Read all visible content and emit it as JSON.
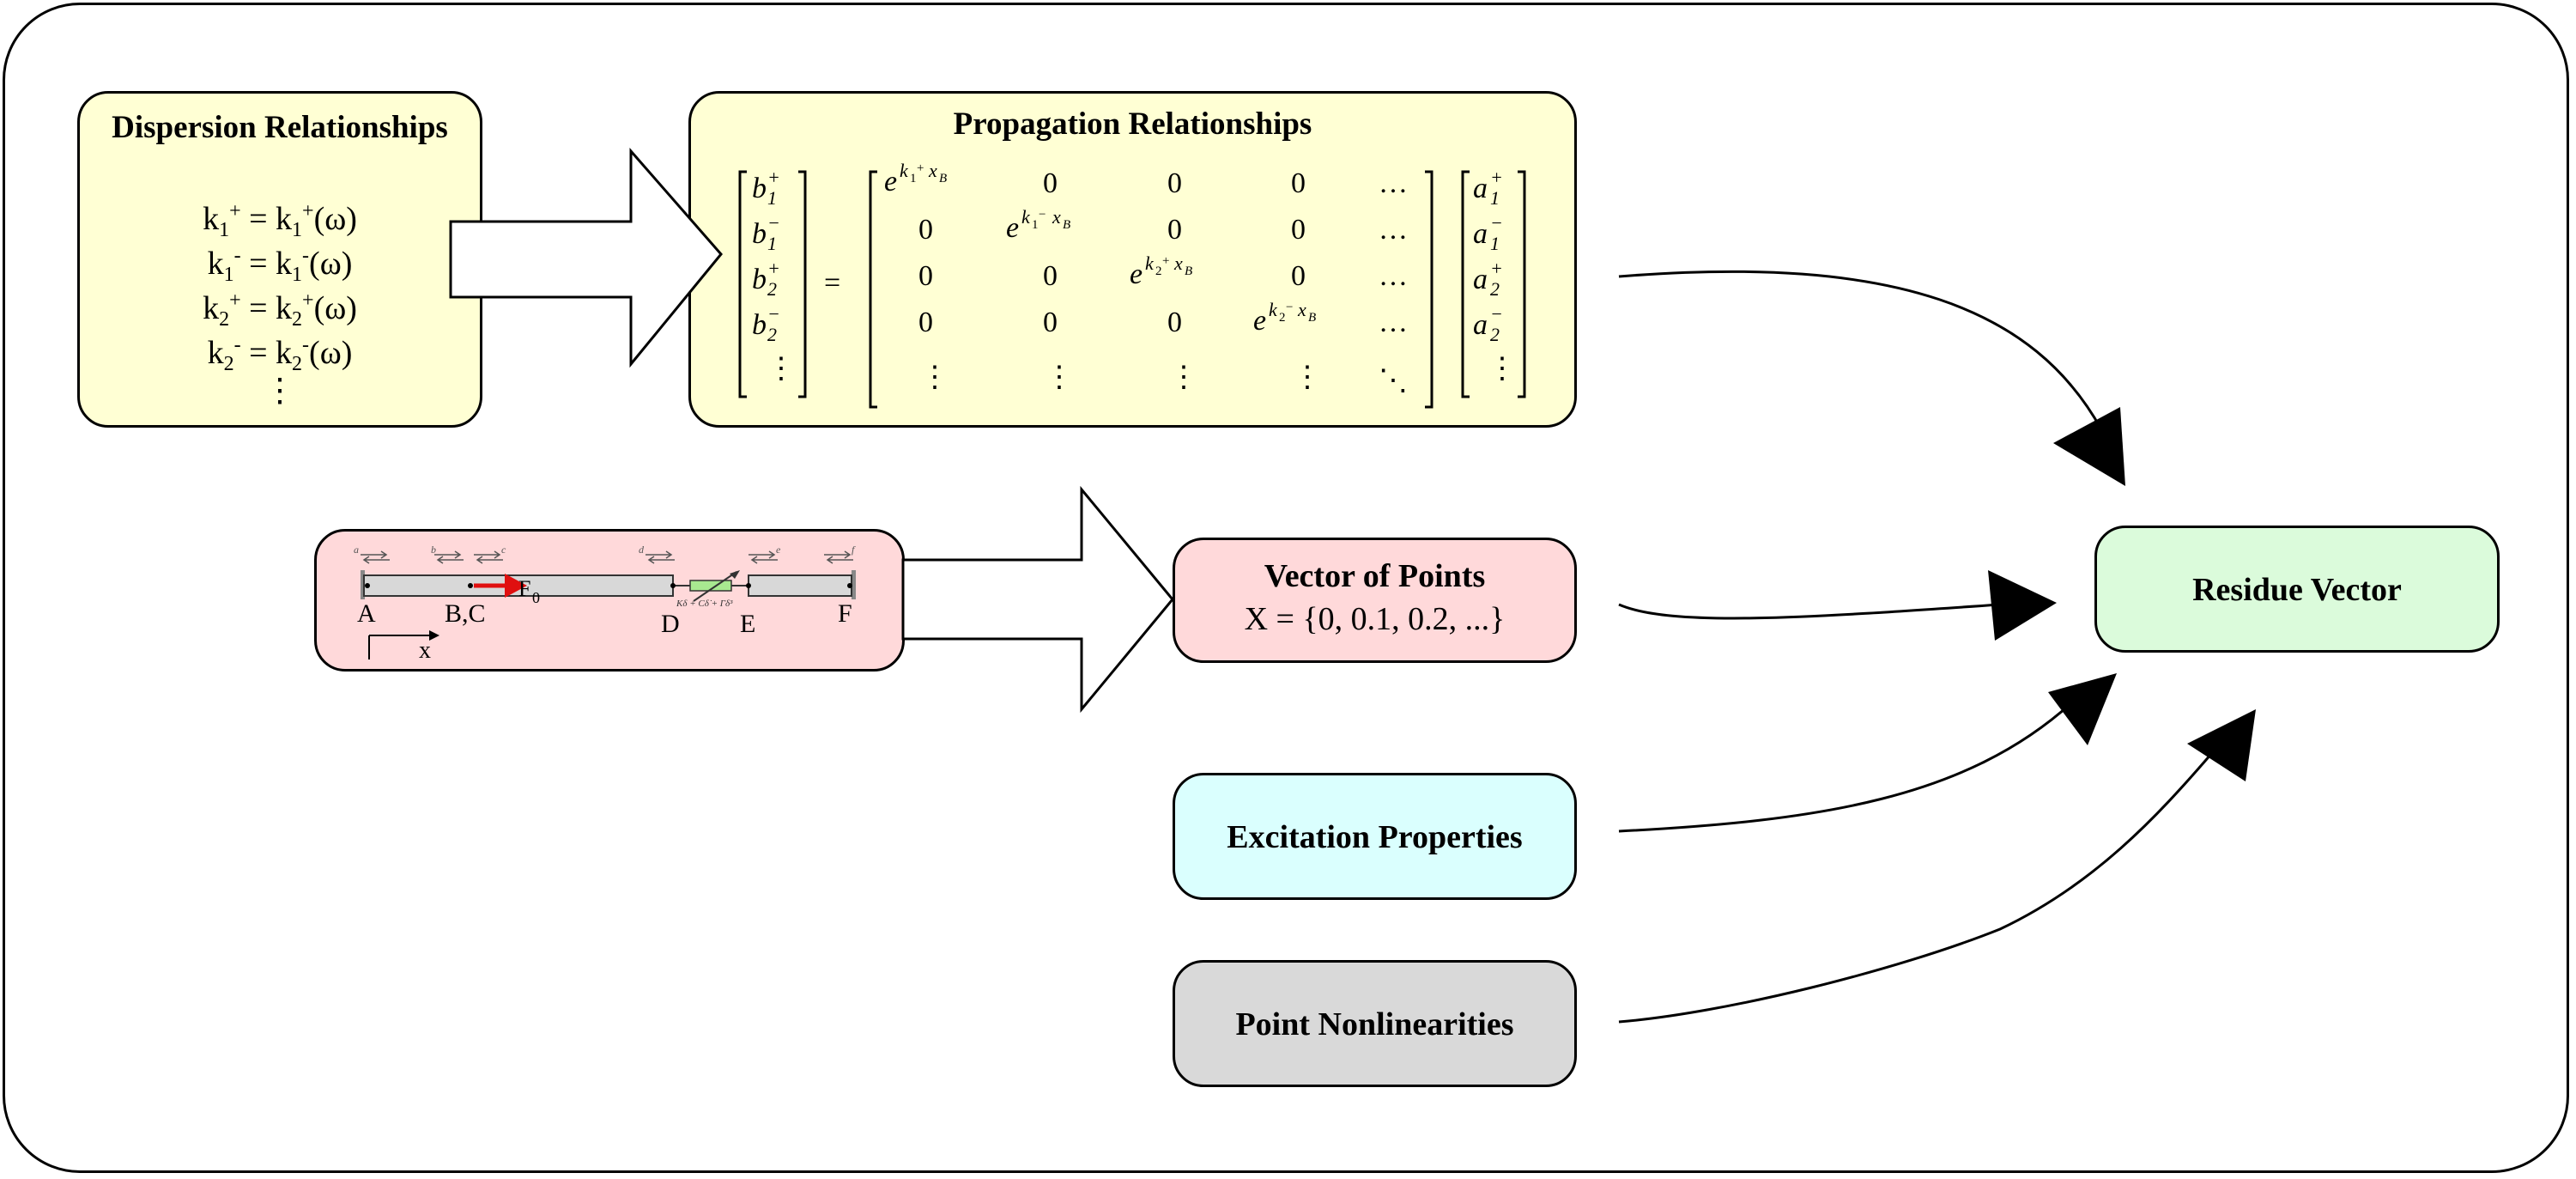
{
  "dispersion": {
    "title": "Dispersion Relationships",
    "eq1": "k1+ = k1+(ω)",
    "eq2": "k1- = k1-(ω)",
    "eq3": "k2+ = k2+(ω)",
    "eq4": "k2- = k2-(ω)",
    "sym_k": "k",
    "sym_one": "1",
    "sym_two": "2",
    "sym_plus": "+",
    "sym_minus": "-",
    "sym_eqomega": "(ω)",
    "sym_eq": " = ",
    "vdots": "⋮"
  },
  "propagation": {
    "title": "Propagation Relationships",
    "equals": "=",
    "lhs": [
      "b1+",
      "b1−",
      "b2+",
      "b2−",
      "⋮"
    ],
    "rhs": [
      "a1+",
      "a1−",
      "a2+",
      "a2−",
      "⋮"
    ],
    "matrix_zero": "0",
    "hdots": "…",
    "vdots": "⋮",
    "ddots": "⋱",
    "exp_base": "e",
    "x_B": "x",
    "sub_B": "B",
    "k": "k",
    "sub1": "1",
    "sub2": "2",
    "plus": "+",
    "minus": "−"
  },
  "beam": {
    "labels": [
      "A",
      "B,C",
      "D",
      "E",
      "F"
    ],
    "force_label": "F",
    "force_sub": "0",
    "x_axis": "x",
    "spring_label": "Kδ + Cδ̇ + Γδ³",
    "wave_labels": [
      "a",
      "b",
      "c",
      "d",
      "e",
      "f"
    ]
  },
  "vector_points": {
    "title": "Vector of Points",
    "value": "X = {0, 0.1, 0.2, ...}"
  },
  "residue": {
    "title": "Residue Vector"
  },
  "excitation": {
    "title": "Excitation Properties"
  },
  "nonlinearities": {
    "title": "Point Nonlinearities"
  },
  "colors": {
    "yellow": "#ffffd4",
    "pink": "#ffd9da",
    "green": "#dbfbdb",
    "cyan": "#dafffe",
    "gray": "#d9d9d9",
    "force": "#e01010",
    "spring": "#a8e890"
  }
}
